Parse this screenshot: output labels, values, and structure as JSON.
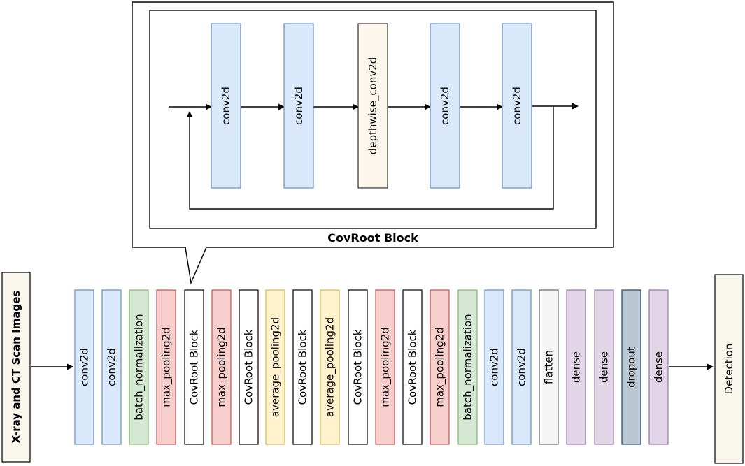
{
  "callout": {
    "caption": "CovRoot Block",
    "blocks": [
      {
        "label": "conv2d",
        "kind": "conv"
      },
      {
        "label": "conv2d",
        "kind": "conv"
      },
      {
        "label": "depthwise_conv2d",
        "kind": "depthwise"
      },
      {
        "label": "conv2d",
        "kind": "conv"
      },
      {
        "label": "conv2d",
        "kind": "conv"
      }
    ]
  },
  "pipeline": {
    "input_label": "X-ray and CT Scan Images",
    "output_label": "Detection",
    "layers": [
      {
        "label": "conv2d",
        "kind": "conv"
      },
      {
        "label": "conv2d",
        "kind": "conv"
      },
      {
        "label": "batch_normalization",
        "kind": "batchnorm"
      },
      {
        "label": "max_pooling2d",
        "kind": "maxpool"
      },
      {
        "label": "CovRoot Block",
        "kind": "covroot"
      },
      {
        "label": "max_pooling2d",
        "kind": "maxpool"
      },
      {
        "label": "CovRoot Block",
        "kind": "covroot"
      },
      {
        "label": "average_pooling2d",
        "kind": "avgpool"
      },
      {
        "label": "CovRoot Block",
        "kind": "covroot"
      },
      {
        "label": "average_pooling2d",
        "kind": "avgpool"
      },
      {
        "label": "CovRoot Block",
        "kind": "covroot"
      },
      {
        "label": "max_pooling2d",
        "kind": "maxpool"
      },
      {
        "label": "CovRoot Block",
        "kind": "covroot"
      },
      {
        "label": "max_pooling2d",
        "kind": "maxpool"
      },
      {
        "label": "batch_normalization",
        "kind": "batchnorm"
      },
      {
        "label": "conv2d",
        "kind": "conv"
      },
      {
        "label": "conv2d",
        "kind": "conv"
      },
      {
        "label": "flatten",
        "kind": "flatten"
      },
      {
        "label": "dense",
        "kind": "dense"
      },
      {
        "label": "dense",
        "kind": "dense"
      },
      {
        "label": "dropout",
        "kind": "dropout"
      },
      {
        "label": "dense",
        "kind": "dense"
      }
    ]
  },
  "colors": {
    "conv": {
      "fill": "#dae8fc",
      "stroke": "#6c8ebf"
    },
    "depthwise": {
      "fill": "#fdf6ec",
      "stroke": "#333333"
    },
    "batchnorm": {
      "fill": "#d5e8d4",
      "stroke": "#82b366"
    },
    "maxpool": {
      "fill": "#f8cecc",
      "stroke": "#b85450"
    },
    "covroot": {
      "fill": "#ffffff",
      "stroke": "#000000"
    },
    "avgpool": {
      "fill": "#fff2cc",
      "stroke": "#d6b656"
    },
    "flatten": {
      "fill": "#f5f5f5",
      "stroke": "#666666"
    },
    "dense": {
      "fill": "#e1d5e7",
      "stroke": "#9673a6"
    },
    "dropout": {
      "fill": "#bac8d3",
      "stroke": "#23445d"
    },
    "io": {
      "fill": "#f9f7ed",
      "stroke": "#000000"
    }
  }
}
